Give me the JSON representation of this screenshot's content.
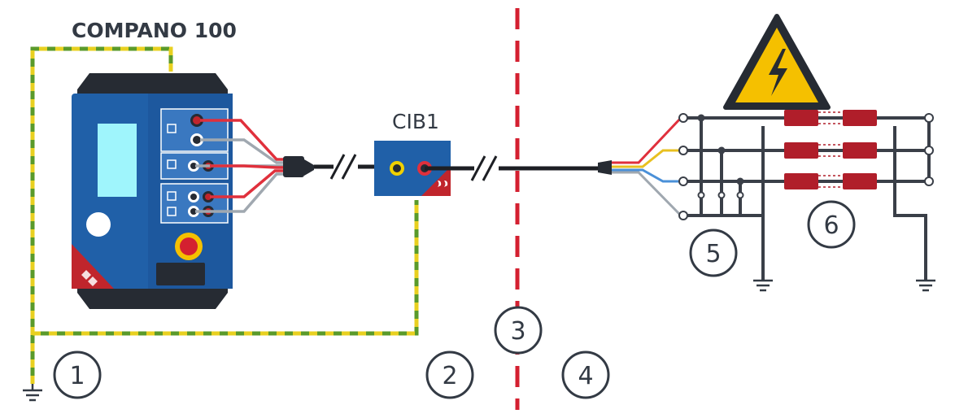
{
  "diagram": {
    "device_label": "COMPANO 100",
    "box_label": "CIB1",
    "markers": [
      "1",
      "2",
      "3",
      "4",
      "5",
      "6"
    ]
  },
  "colors": {
    "device_blue": "#2060a8",
    "panel_blue": "#3a78c0",
    "screen_cyan": "#9ff5fc",
    "brand_red": "#c0252c",
    "ground_yellow": "#e8d020",
    "ground_green": "#5a9a2a",
    "boundary_red": "#d42030",
    "warning_yellow": "#f5c000",
    "lead_gray": "#a0a8b0",
    "lead_red": "#e0303c",
    "text": "#333a44"
  }
}
